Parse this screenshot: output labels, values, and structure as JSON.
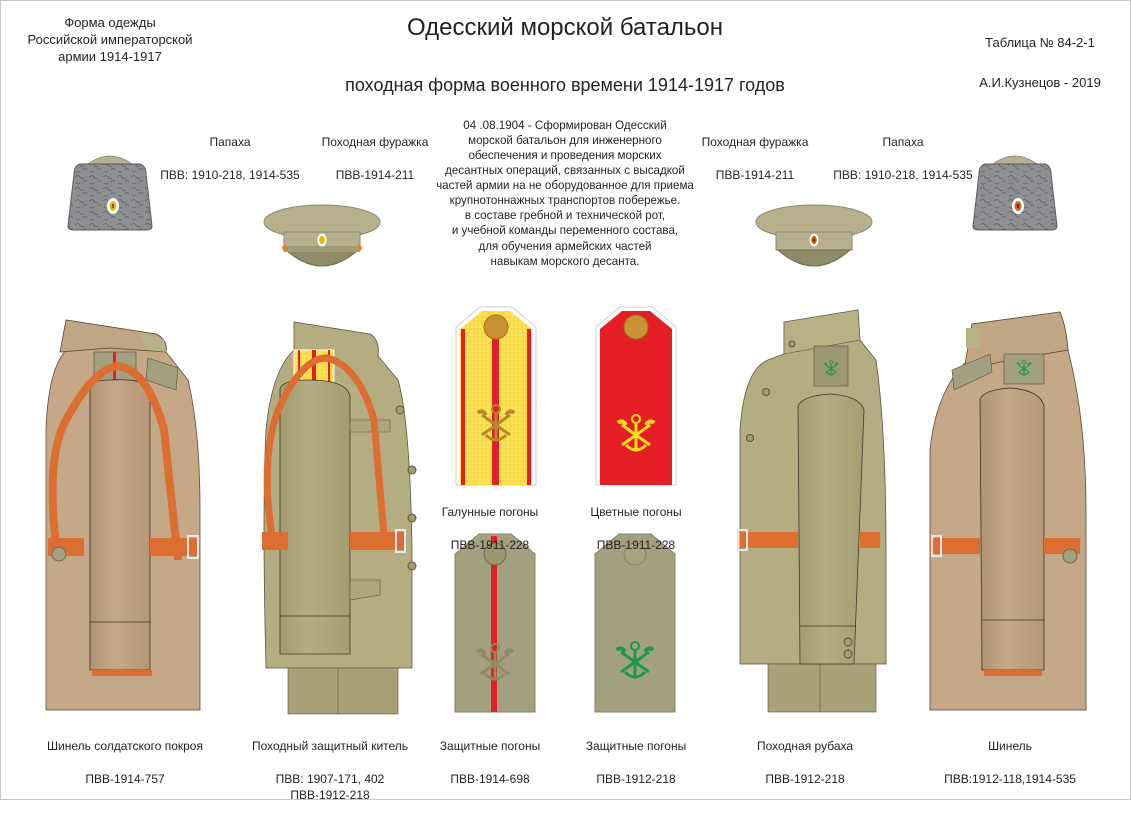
{
  "header": {
    "left_caption": "Форма одежды\nРоссийской императорской\nармии  1914-1917",
    "title": "Одесский морской батальон",
    "table_number": "Таблица № 84-2-1",
    "author": "А.И.Кузнецов - 2019",
    "subtitle": "походная форма военного времени 1914-1917 годов"
  },
  "history_text": "04 .08.1904  - Сформирован Одесский\nморской батальон для инженерного\nобеспечения и проведения морских\nдесантных операций, связанных с высадкой\nчастей армии  на не оборудованное для приема\nкрупнотоннажных транспортов побережье.\nв составе гребной и технической рот,\nи учебной команды переменного состава,\nдля обучения армейских частей\nнавыкам морского десанта.",
  "headgear": [
    {
      "name": "Папаха",
      "code": "ПВВ: 1910-218, 1914-535",
      "cockade": "yellow"
    },
    {
      "name": "Походная фуражка",
      "code": "ПВВ-1914-211",
      "cockade": "yellow"
    },
    {
      "name": "Походная фуражка",
      "code": "ПВВ-1914-211",
      "cockade": "orange"
    },
    {
      "name": "Папаха",
      "code": "ПВВ: 1910-218, 1914-535",
      "cockade": "orange"
    }
  ],
  "shoulder_boards": [
    {
      "name": "Галунные погоны",
      "code": "ПВВ-1911-228",
      "style": "galloon-yellow-red-stripe"
    },
    {
      "name": "Цветные погоны",
      "code": "ПВВ-1911-228",
      "style": "red-yellow-emblem"
    },
    {
      "name": "Защитные погоны",
      "code": "ПВВ-1914-698",
      "style": "khaki-red-stripe"
    },
    {
      "name": "Защитные  погоны",
      "code": "ПВВ-1912-218",
      "style": "khaki-green-emblem"
    }
  ],
  "uniforms": [
    {
      "name": "Шинель солдатского покроя",
      "code": "ПВВ-1914-757"
    },
    {
      "name": "Походный защитный китель",
      "code": "ПВВ: 1907-171, 402\nПВВ-1912-218"
    },
    {
      "name": "Походная рубаха",
      "code": "ПВВ-1912-218"
    },
    {
      "name": "Шинель",
      "code": "ПВВ:1912-118,1914-535"
    }
  ],
  "colors": {
    "greatcoat": "#c4a888",
    "greatcoat_dark": "#a98d6f",
    "khaki": "#b4ad82",
    "khaki_dark": "#979067",
    "board_khaki": "#a3a07f",
    "strap": "#dd6e32",
    "red": "#e31e24",
    "gold": "#f7d233",
    "emblem_green": "#1d9a47",
    "papakha_gray": "#8c8d91"
  }
}
